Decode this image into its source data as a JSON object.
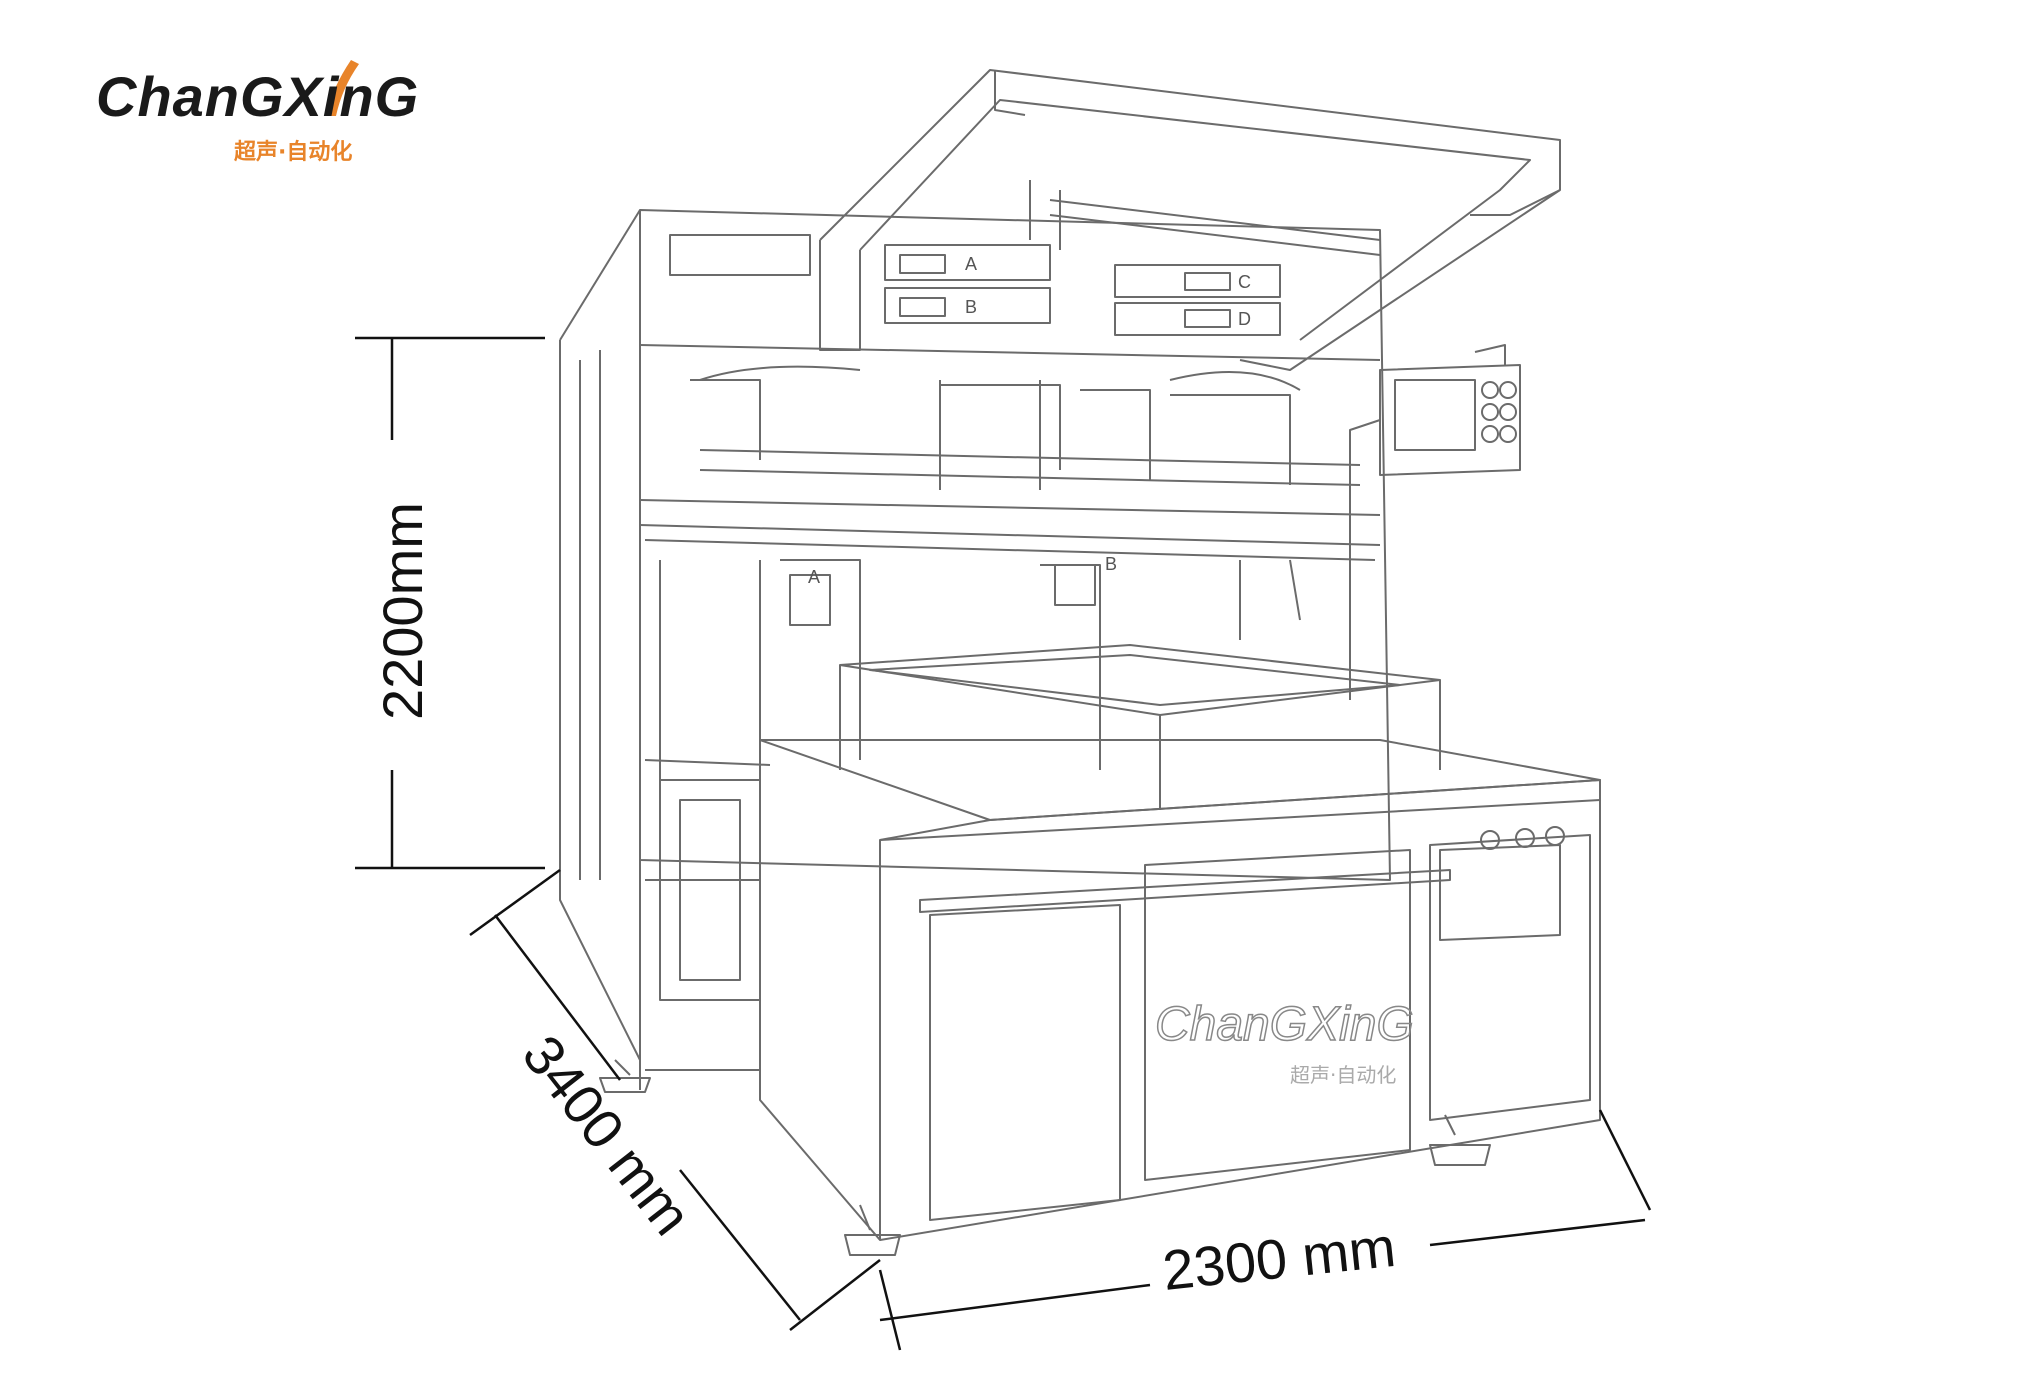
{
  "brand": {
    "wordmark": "ChanGXinG",
    "tagline": "超声·自动化",
    "accent_color": "#e8842a",
    "ink_color": "#1a1a1a"
  },
  "machine": {
    "module_labels": [
      "A",
      "B",
      "C",
      "D"
    ],
    "station_labels": [
      "A",
      "B"
    ],
    "panel_wordmark": "ChanGXinG",
    "panel_tagline": "超声·自动化"
  },
  "dimensions": {
    "height": "2200mm",
    "depth": "3400 mm",
    "width": "2300 mm"
  },
  "colors": {
    "line": "#6b6b6b",
    "line_light": "#a8a8a8",
    "dimension": "#111111"
  }
}
